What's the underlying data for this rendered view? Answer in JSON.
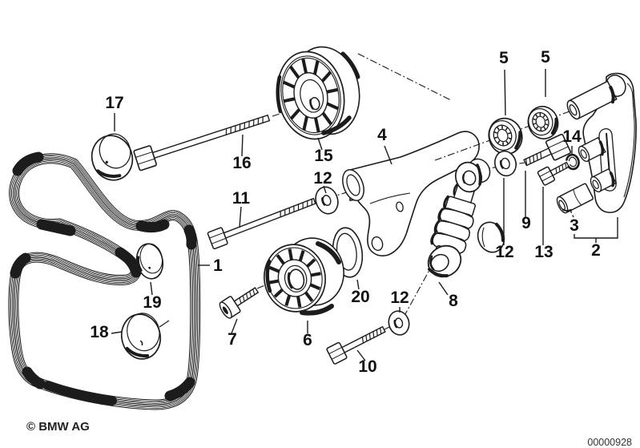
{
  "diagram": {
    "copyright": "© BMW AG",
    "doc_number": "00000928",
    "background": "#ffffff",
    "line_color": "#1c1c1c"
  },
  "callouts": {
    "1": {
      "num": "1"
    },
    "2": {
      "num": "2"
    },
    "3": {
      "num": "3"
    },
    "4": {
      "num": "4"
    },
    "5a": {
      "num": "5"
    },
    "5b": {
      "num": "5"
    },
    "6": {
      "num": "6"
    },
    "7": {
      "num": "7"
    },
    "8": {
      "num": "8"
    },
    "9": {
      "num": "9"
    },
    "10": {
      "num": "10"
    },
    "11": {
      "num": "11"
    },
    "12a": {
      "num": "12"
    },
    "12b": {
      "num": "12"
    },
    "12c": {
      "num": "12"
    },
    "13": {
      "num": "13"
    },
    "14": {
      "num": "14"
    },
    "15": {
      "num": "15"
    },
    "16": {
      "num": "16"
    },
    "17": {
      "num": "17"
    },
    "18": {
      "num": "18"
    },
    "19": {
      "num": "19"
    },
    "20": {
      "num": "20"
    }
  }
}
